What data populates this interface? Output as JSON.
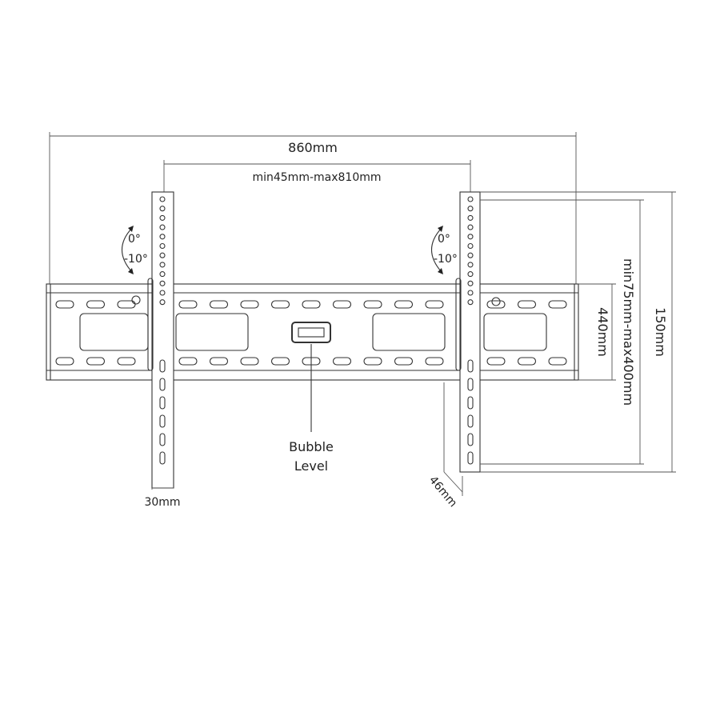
{
  "dimensions": {
    "overall_width": "860mm",
    "vesa_horizontal": "min45mm-max810mm",
    "plate_height": "440mm",
    "vesa_vertical": "min75mm-max400mm",
    "arm_height": "150mm",
    "arm_width": "30mm",
    "wall_depth": "46mm"
  },
  "tilt": {
    "up": "0°",
    "down": "-10°"
  },
  "callout": {
    "line1": "Bubble",
    "line2": "Level"
  }
}
